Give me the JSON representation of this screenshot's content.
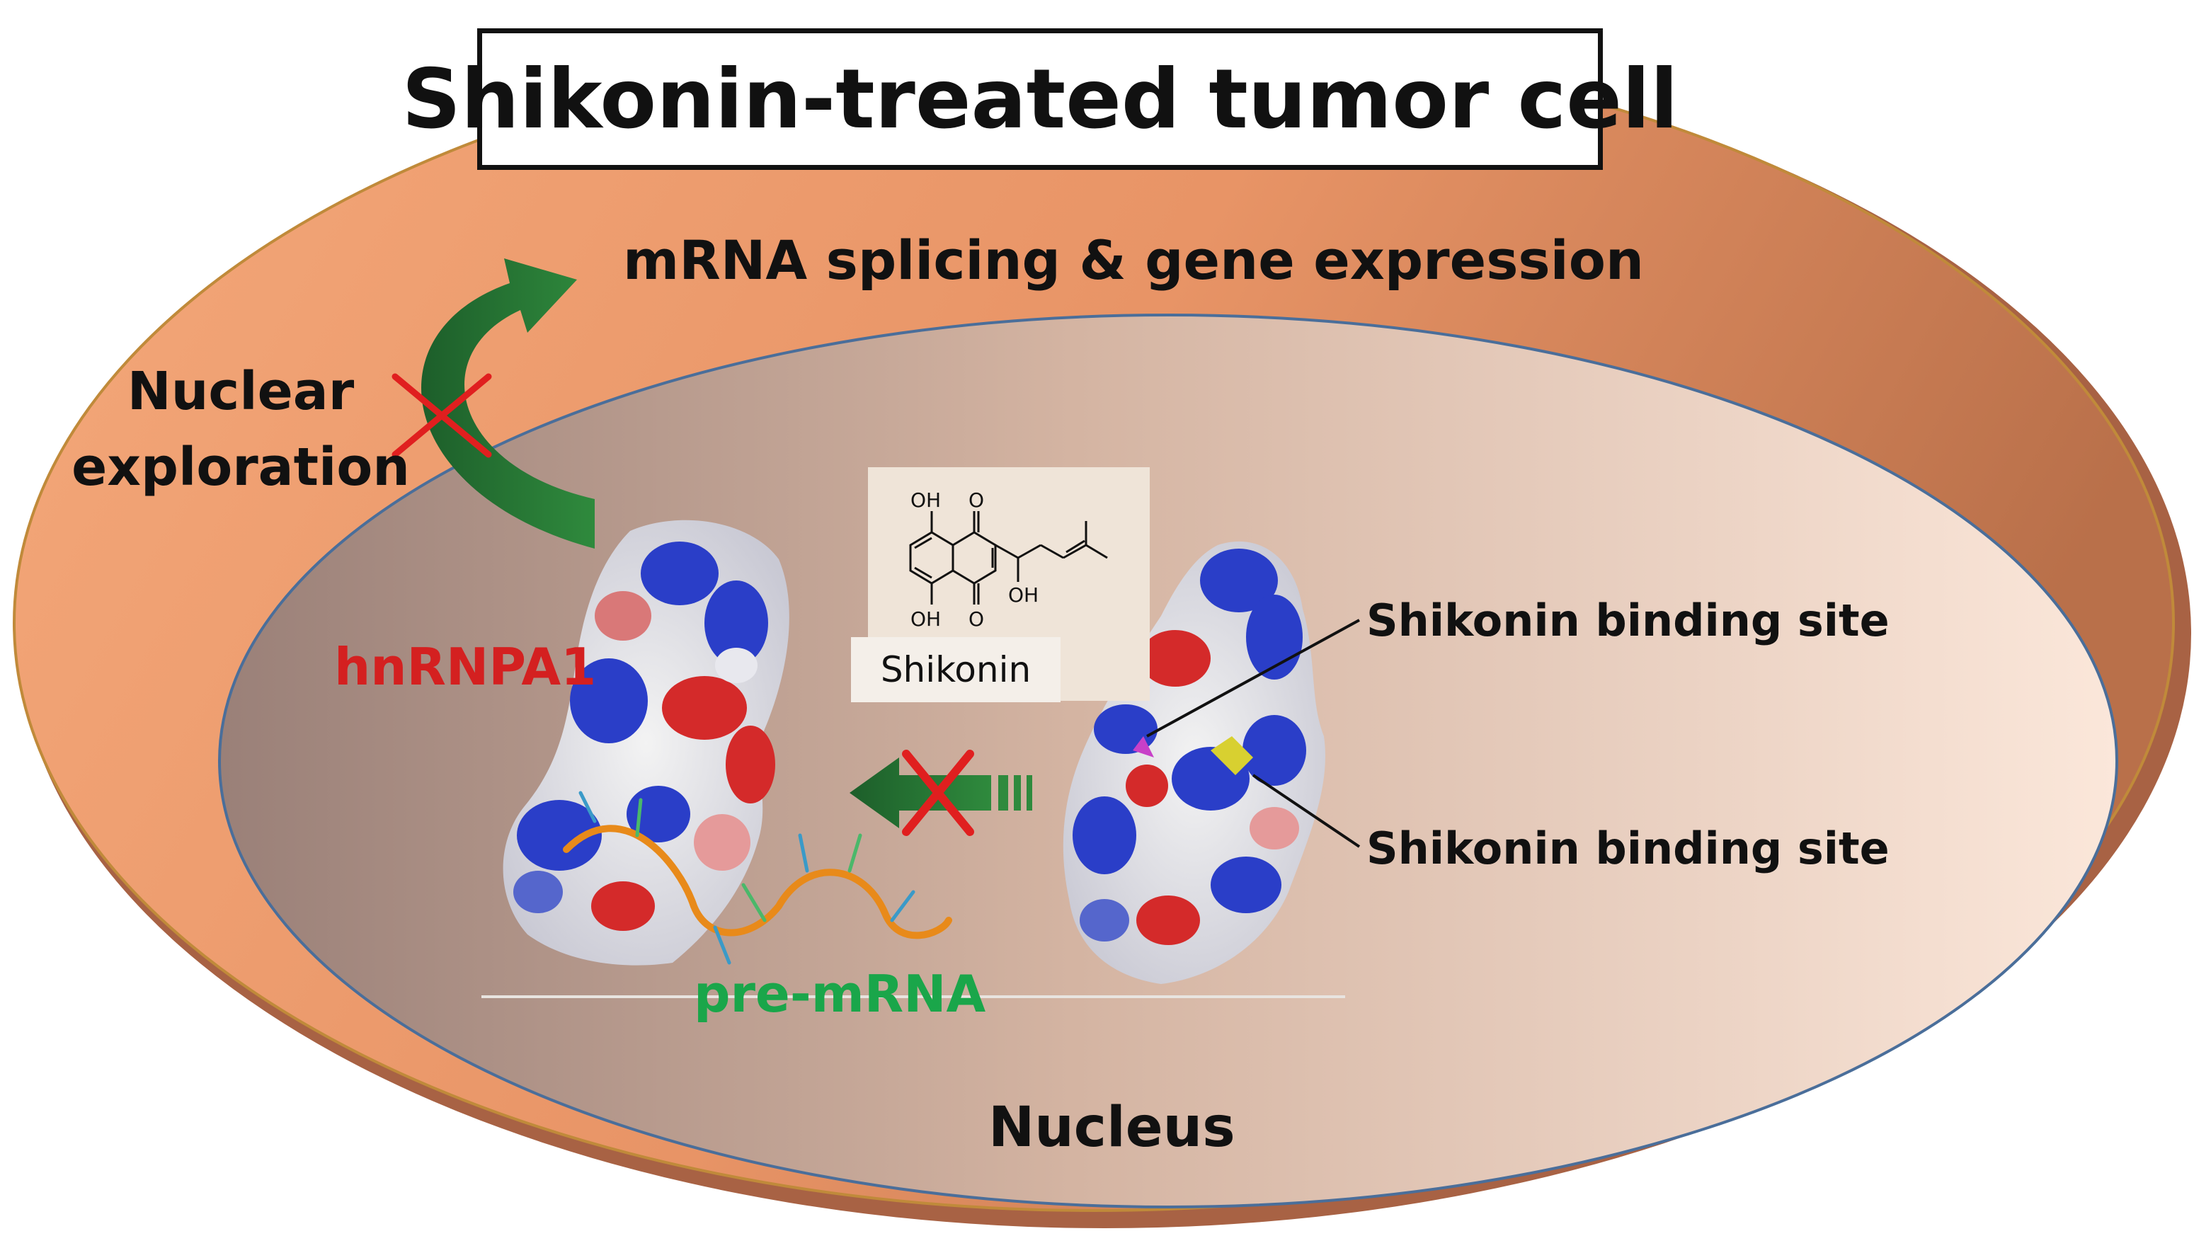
{
  "title": "Shikonin-treated tumor cell",
  "labels": {
    "mrna_splicing": "mRNA splicing & gene expression",
    "nuclear_exploration_line1": "Nuclear",
    "nuclear_exploration_line2": "exploration",
    "hnrnpa1": "hnRNPA1",
    "pre_mrna": "pre-mRNA",
    "shikonin": "Shikonin",
    "binding_site_1": "Shikonin binding site",
    "binding_site_2": "Shikonin binding site",
    "nucleus": "Nucleus"
  },
  "molecule_labels": {
    "oh_top": "OH",
    "o_top": "O",
    "oh_bottom": "OH",
    "o_bottom": "O",
    "oh_side": "OH"
  },
  "colors": {
    "cell_fill": "#e8956a",
    "nucleus_fill": "#c4a898",
    "arrow_green": "#1f6b2c",
    "cross_red": "#e01f1f",
    "hnrnp_label": "#d42020",
    "pre_mrna_label": "#1aa64a",
    "protein_blue": "#2a3ec8",
    "protein_red": "#d42a2a",
    "rna_orange": "#e88a1a"
  },
  "icons": [
    "curved-arrow-icon",
    "block-arrow-icon",
    "cross-icon"
  ]
}
